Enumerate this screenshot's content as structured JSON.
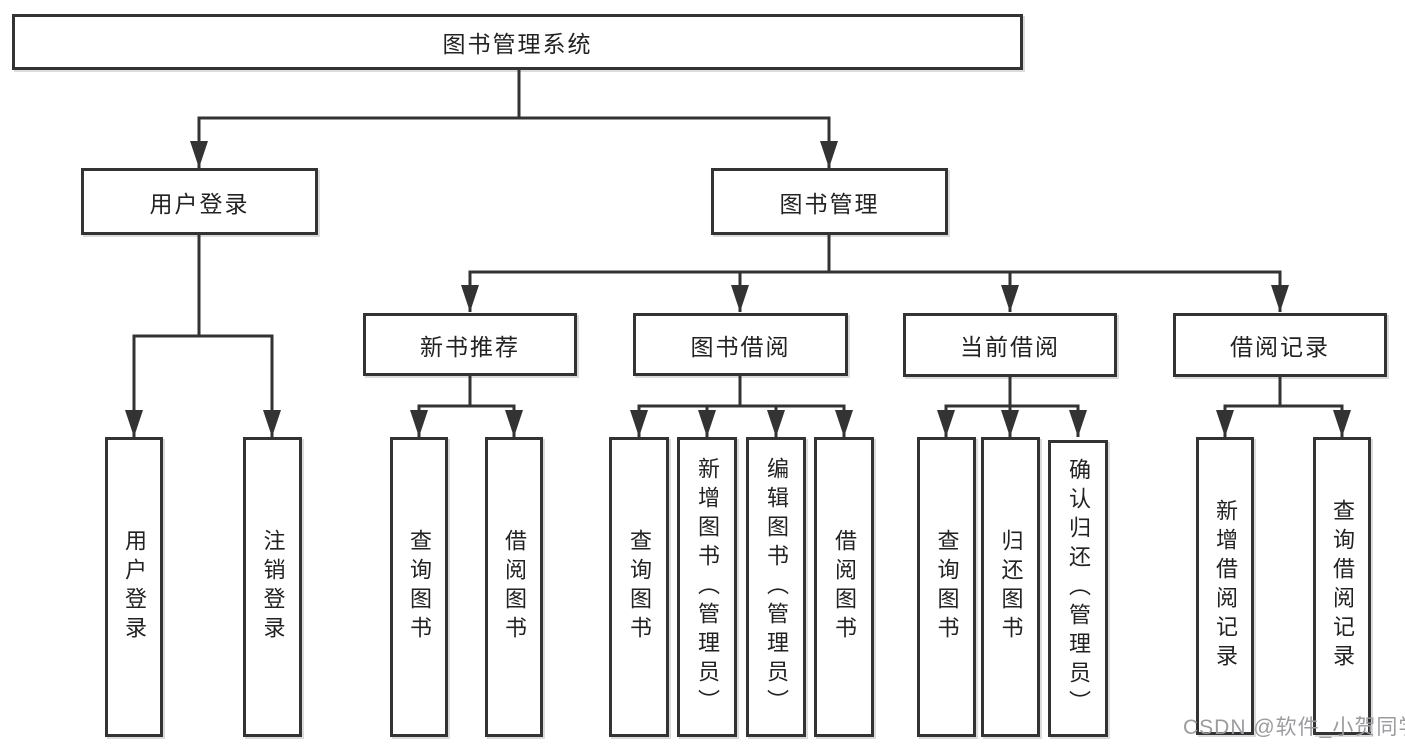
{
  "diagram": {
    "type": "hierarchy-tree",
    "root": "图书管理系统",
    "branches": {
      "user_login": {
        "label": "用户登录",
        "leaves": [
          "用户登录",
          "注销登录"
        ]
      },
      "book_mgmt": {
        "label": "图书管理",
        "children": {
          "new_book": {
            "label": "新书推荐",
            "leaves": [
              "查询图书",
              "借阅图书"
            ]
          },
          "book_borrow": {
            "label": "图书借阅",
            "leaves": [
              "查询图书",
              "新增图书（管理员）",
              "编辑图书（管理员）",
              "借阅图书"
            ]
          },
          "current_borrow": {
            "label": "当前借阅",
            "leaves": [
              "查询图书",
              "归还图书",
              "确认归还（管理员）"
            ]
          },
          "borrow_record": {
            "label": "借阅记录",
            "leaves": [
              "新增借阅记录",
              "查询借阅记录"
            ]
          }
        }
      }
    }
  },
  "watermark": "CSDN @软件_小贺同学",
  "colors": {
    "line": "#333333",
    "box_border": "#333333",
    "text": "#222222",
    "background": "#ffffff",
    "watermark": "#9c9ca0"
  }
}
